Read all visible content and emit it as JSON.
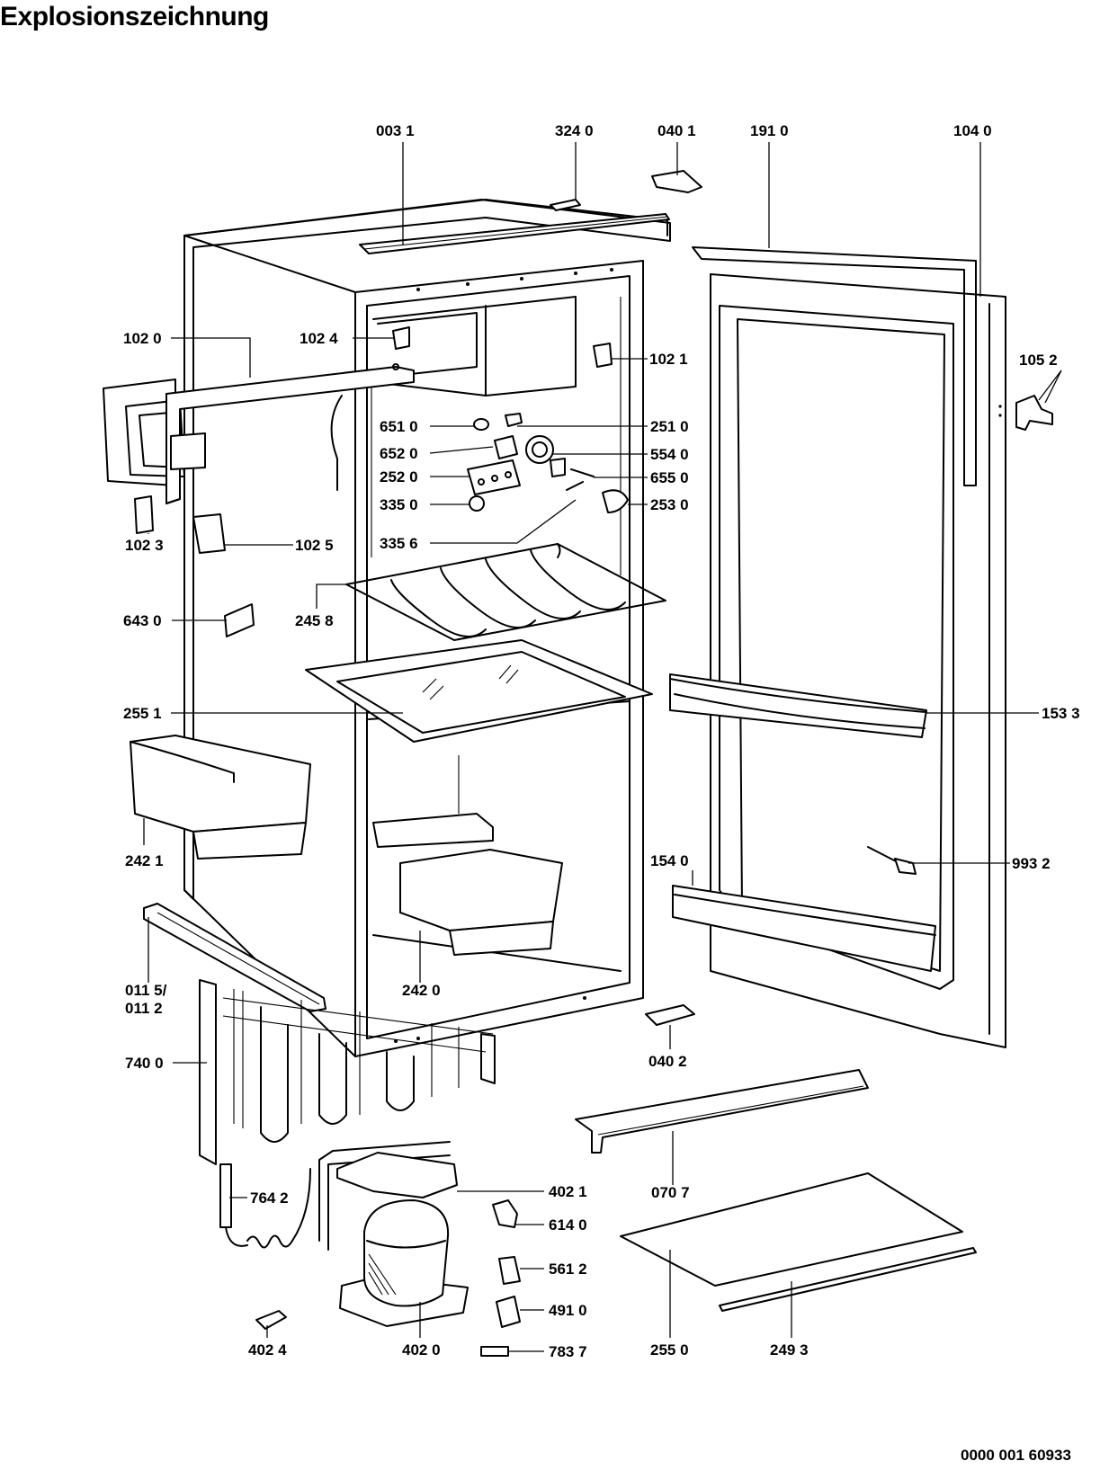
{
  "title": "Explosionszeichnung",
  "document_number": "0000 001 60933",
  "labels": {
    "p0031": "003 1",
    "p3240": "324 0",
    "p0401": "040 1",
    "p1910": "191 0",
    "p1040": "104 0",
    "p1020": "102 0",
    "p1024": "102 4",
    "p1021": "102 1",
    "p1052": "105 2",
    "p6510": "651 0",
    "p2510": "251 0",
    "p6520": "652 0",
    "p5540": "554 0",
    "p2520": "252 0",
    "p6550": "655 0",
    "p3350": "335 0",
    "p2530": "253 0",
    "p3356": "335 6",
    "p1023": "102 3",
    "p1025": "102 5",
    "p6430": "643 0",
    "p2458": "245 8",
    "p2551": "255 1",
    "p1533": "153 3",
    "p2421": "242 1",
    "p1540": "154 0",
    "p9932": "993 2",
    "p0115a": "011 5/",
    "p0115b": "011 2",
    "p2420": "242 0",
    "p0402": "040 2",
    "p7400": "740 0",
    "p0707": "070 7",
    "p4021": "402 1",
    "p7642": "764 2",
    "p6140": "614 0",
    "p5612": "561 2",
    "p4910": "491 0",
    "p4024": "402 4",
    "p4020": "402 0",
    "p7837": "783 7",
    "p2550": "255 0",
    "p2493": "249 3"
  }
}
